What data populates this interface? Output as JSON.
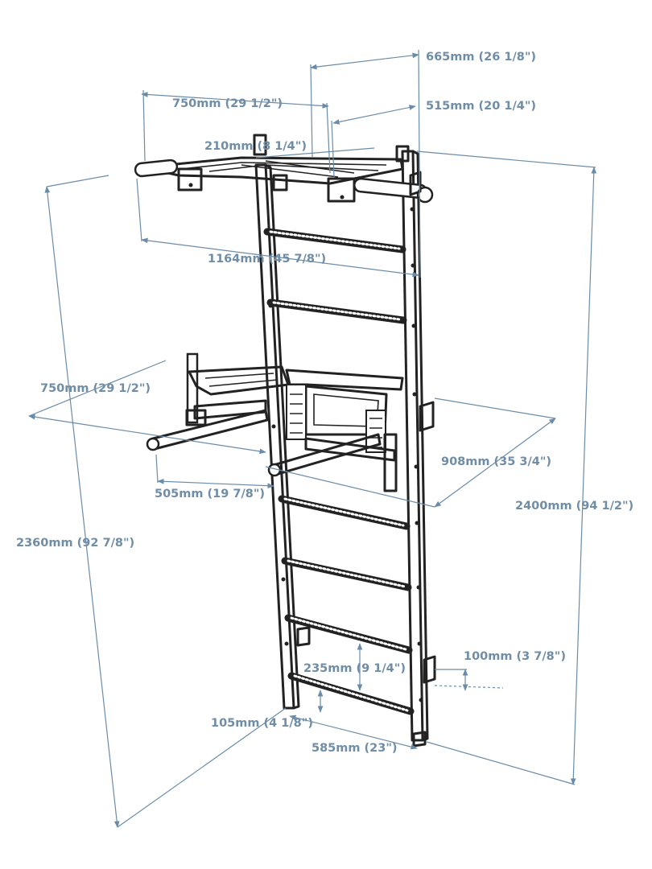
{
  "dimensions": {
    "width_top_right": "665mm (26 1/8\")",
    "pullup_width_left": "750mm (29 1/2\")",
    "pullup_inner": "515mm (20 1/4\")",
    "pullup_gap": "210mm (8 1/4\")",
    "pullup_depth": "1164mm (45 7/8\")",
    "dip_width": "750mm (29 1/2\")",
    "dip_depth": "908mm (35 3/4\")",
    "dip_handle": "505mm (19 7/8\")",
    "total_height_right": "2400mm (94 1/2\")",
    "total_height_left": "2360mm (92 7/8\")",
    "rung_spacing": "235mm (9 1/4\")",
    "bracket": "100mm (3 7/8\")",
    "bottom_gap": "105mm (4 1/8\")",
    "ladder_width": "585mm (23\")"
  },
  "colors": {
    "dimension": "#6f8da6",
    "frame": "#222222"
  }
}
